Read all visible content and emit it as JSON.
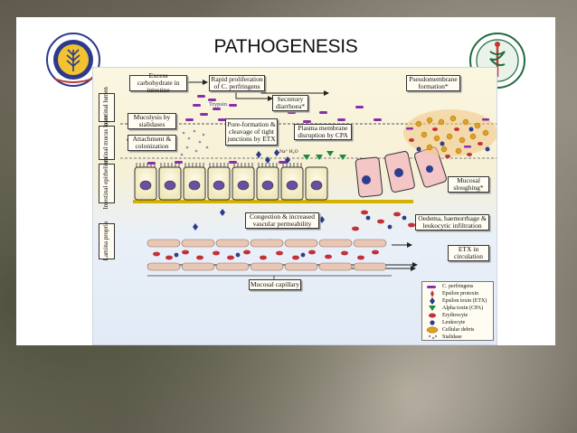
{
  "slide_title": "PATHOGENESIS",
  "colors": {
    "accent_purple": "#8a2fa8",
    "toxin_blue": "#2b3a8c",
    "erythrocyte": "#c4303a",
    "leukocyte": "#2e3f8f",
    "alpha_toxin": "#1f8a3c",
    "epsilon_protoxin": "#c0392b"
  },
  "logos": {
    "left_icon": "university-wheat-seal-icon",
    "right_icon": "veterinary-college-seal-icon"
  },
  "layers": {
    "lumen": "Intestinal lumen",
    "mucus": "Intestinal mucus layer",
    "epithelium": "Intestinal epithelium",
    "lamina": "Lamina propria"
  },
  "boxes": {
    "excess": "Excess carbohydrate in intestine",
    "rapid": "Rapid proliferation of C. perfringens",
    "pseudo": "Pseudomembrane formation*",
    "secretory": "Secretory diarrhoea*",
    "mucolysis": "Mucolysis by sialidases",
    "attach": "Attachment & colonization",
    "pore": "Pore-formation & cleavage of tight junctions by ETX",
    "plasma": "Plasma membrane disruption by CPA",
    "mucosal_slough": "Mucosal sloughing*",
    "congestion": "Congestion & increased vascular permeability",
    "oedema": "Oedema, haemorrhage & leukocytic infiltration",
    "etx_circ": "ETX in circulation",
    "capillary": "Mucosal capillary"
  },
  "labels": {
    "trypsin": "Trypsin",
    "ions": "Na⁺ H₂O"
  },
  "legend": [
    "C. perfringens",
    "Epsilon protoxin",
    "Epsilon toxin (ETX)",
    "Alpha toxin (CPA)",
    "Erythrocyte",
    "Leukocyte",
    "Cellular debris",
    "Sialidase"
  ]
}
